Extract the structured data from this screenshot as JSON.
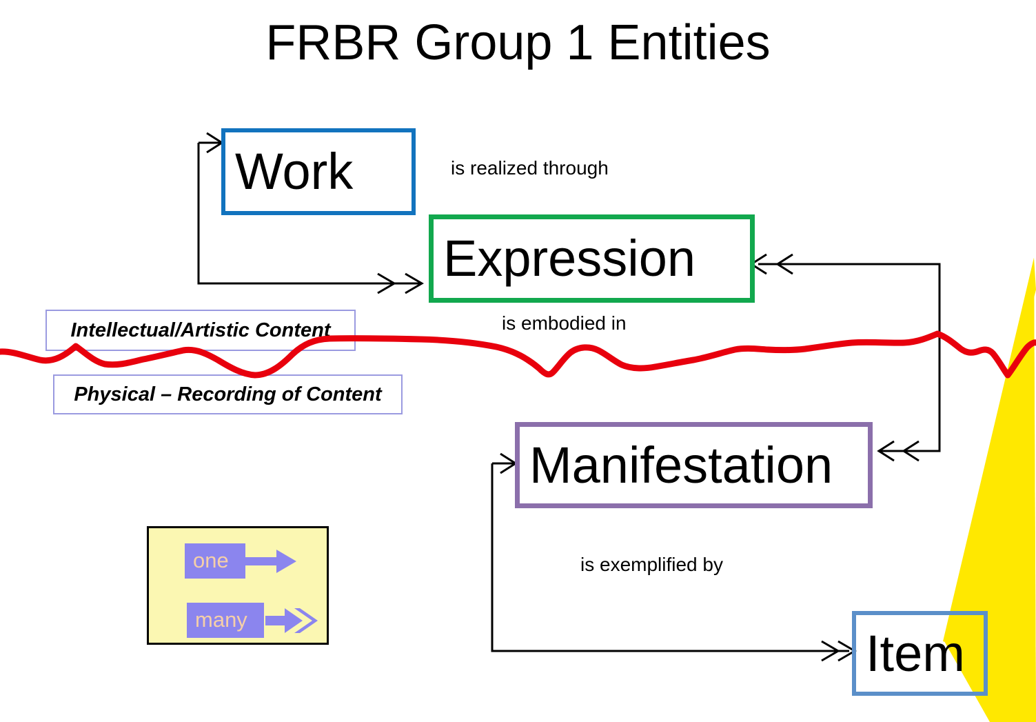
{
  "slide": {
    "title": "FRBR Group 1 Entities",
    "background_color": "#ffffff"
  },
  "entities": [
    {
      "id": "work",
      "label": "Work",
      "border_color": "#1273be"
    },
    {
      "id": "expression",
      "label": "Expression",
      "border_color": "#12a84e"
    },
    {
      "id": "manifestation",
      "label": "Manifestation",
      "border_color": "#8b6fab"
    },
    {
      "id": "item",
      "label": "Item",
      "border_color": "#5b8fc9"
    }
  ],
  "relationships": [
    {
      "id": "realized",
      "label": "is realized through",
      "from": "work",
      "to": "expression",
      "cardinality": "many"
    },
    {
      "id": "embodied",
      "label": "is embodied in",
      "from": "expression",
      "to": "manifestation",
      "cardinality": "many"
    },
    {
      "id": "exemplified",
      "label": "is exemplified by",
      "from": "manifestation",
      "to": "item",
      "cardinality": "many"
    }
  ],
  "annotations": [
    {
      "id": "intellectual",
      "label": "Intellectual/Artistic Content",
      "border_color": "#9a9ae0"
    },
    {
      "id": "physical",
      "label": "Physical – Recording of Content",
      "border_color": "#9a9ae0"
    }
  ],
  "legend": {
    "background_color": "#fbf7b2",
    "border_color": "#000000",
    "chip_color": "#8b85ee",
    "chip_text_color": "#f5cfa8",
    "items": [
      {
        "id": "one",
        "label": "one",
        "arrow": "single-arrow-icon"
      },
      {
        "id": "many",
        "label": "many",
        "arrow": "double-arrow-icon"
      }
    ]
  },
  "decorations": {
    "red_line_color": "#e8000d",
    "yellow_wedge_color": "#ffe800"
  }
}
